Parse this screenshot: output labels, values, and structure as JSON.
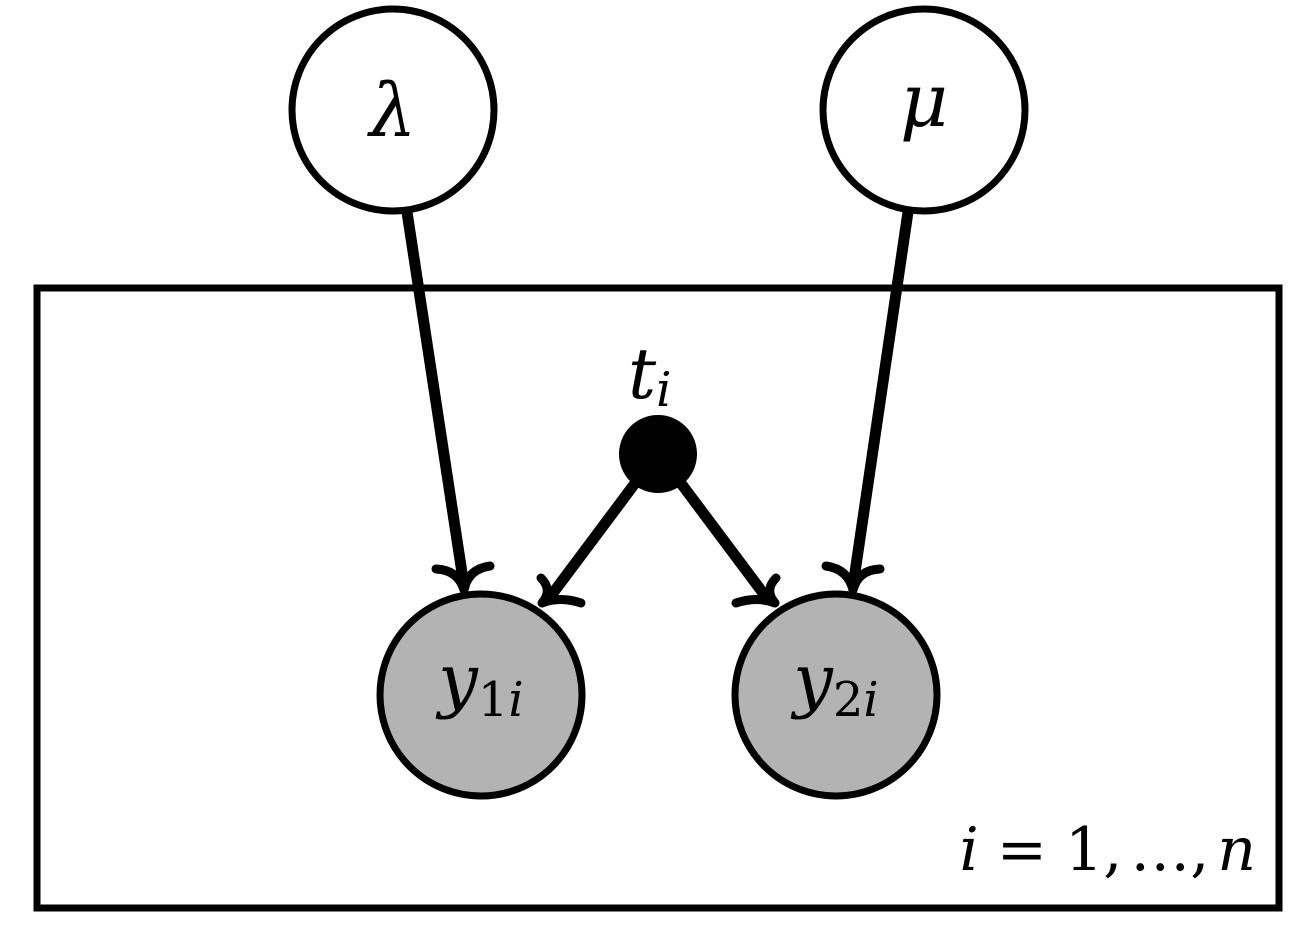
{
  "nodes": {
    "lambda": {
      "label": "λ",
      "observed": false
    },
    "mu": {
      "label": "μ",
      "observed": false
    },
    "t": {
      "base": "t",
      "sub": "i",
      "observed": true
    },
    "y1": {
      "base": "y",
      "sub_num": "1",
      "sub_var": "i",
      "observed": true
    },
    "y2": {
      "base": "y",
      "sub_num": "2",
      "sub_var": "i",
      "observed": true
    }
  },
  "plate": {
    "index_var": "i",
    "equals": "=",
    "start": "1,",
    "ellipsis": "…,",
    "end": "n"
  },
  "colors": {
    "stroke": "#000000",
    "latent_fill": "#ffffff",
    "observed_fill": "#b3b3b3",
    "fixed_fill": "#000000"
  }
}
